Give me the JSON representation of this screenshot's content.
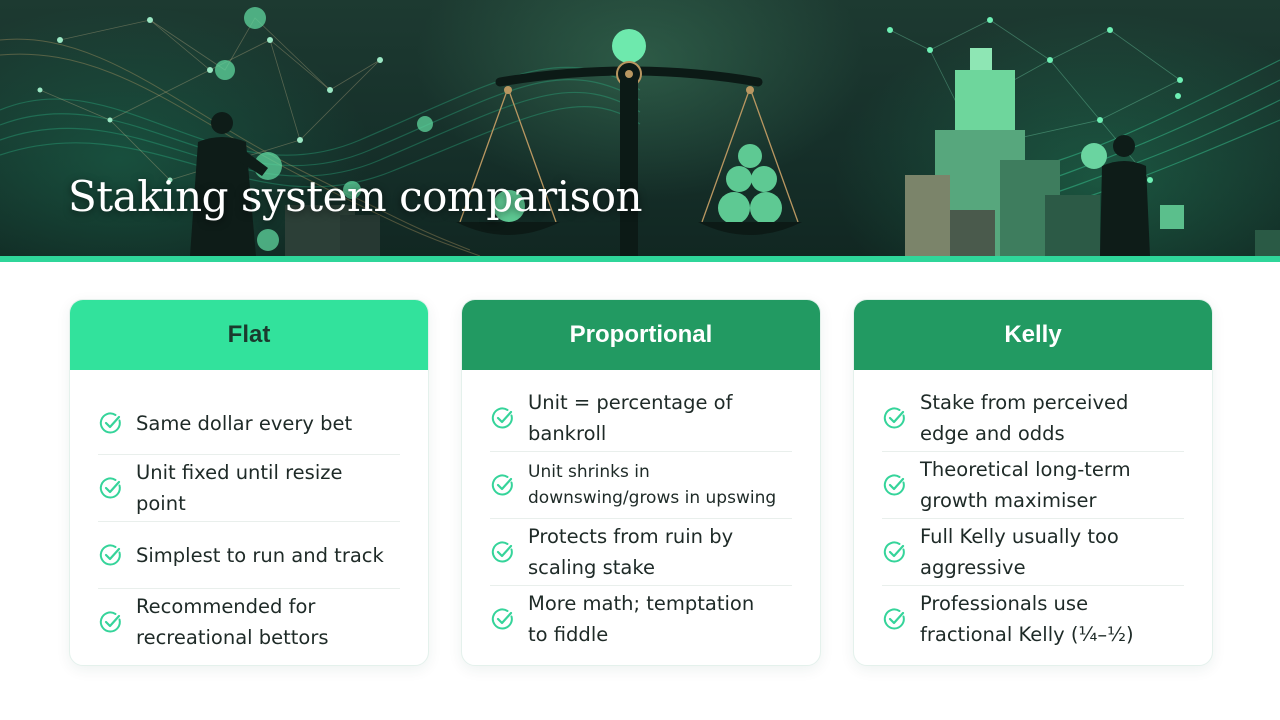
{
  "hero": {
    "title": "Staking system comparison"
  },
  "colors": {
    "accent": "#2fd69a",
    "dark_green": "#229a62",
    "card_text": "#1e2a27"
  },
  "cards": [
    {
      "title": "Flat",
      "header_color": "#32e29c",
      "title_color": "#1b3a2e",
      "items": [
        "Same dollar every bet",
        "Unit fixed until resize point",
        "Simplest to run and track",
        "Recommended for recreational bettors"
      ]
    },
    {
      "title": "Proportional",
      "header_color": "#229a62",
      "title_color": "#ffffff",
      "items": [
        "Unit = percentage of bankroll",
        "Unit shrinks in downswing/grows in upswing",
        "Protects from ruin by scaling stake",
        "More math; temptation to fiddle"
      ]
    },
    {
      "title": "Kelly",
      "header_color": "#229a62",
      "title_color": "#ffffff",
      "items": [
        "Stake from perceived edge and odds",
        "Theoretical long-term growth maximiser",
        "Full Kelly usually too aggressive",
        "Professionals use fractional Kelly (¼–½)"
      ]
    }
  ]
}
